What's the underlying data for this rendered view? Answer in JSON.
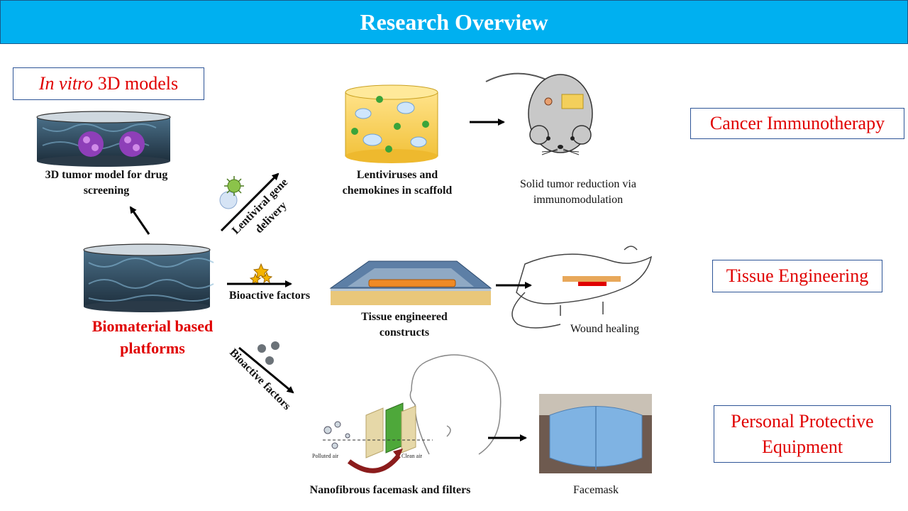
{
  "header": {
    "title": "Research Overview"
  },
  "boxes": {
    "invitro_italic": "In vitro",
    "invitro_rest": "3D models",
    "cancer": "Cancer Immunotherapy",
    "tissue": "Tissue Engineering",
    "ppe_line1": "Personal Protective",
    "ppe_line2": "Equipment"
  },
  "center": {
    "line1": "Biomaterial based",
    "line2": "platforms"
  },
  "captions": {
    "tumor_model_line1": "3D tumor model for drug",
    "tumor_model_line2": "screening",
    "lenti_line1": "Lentiviruses and",
    "lenti_line2": "chemokines in scaffold",
    "solid_line1": "Solid tumor reduction via",
    "solid_line2": "immunomodulation",
    "bioactive_mid": "Bioactive factors",
    "tec_line1": "Tissue engineered",
    "tec_line2": "constructs",
    "wound": "Wound healing",
    "nano": "Nanofibrous facemask and filters",
    "facemask": "Facemask"
  },
  "arrow_labels": {
    "lenti_line1": "Lentiviral gene",
    "lenti_line2": "delivery",
    "bioactive_lower": "Bioactive factors"
  },
  "filter_labels": {
    "polluted": "Polluted air",
    "clean": "Clean air"
  },
  "colors": {
    "header": "#00b0f0",
    "accent_red": "#e00000",
    "box_border": "#2e5597",
    "mask_blue": "#7fb3e3"
  }
}
